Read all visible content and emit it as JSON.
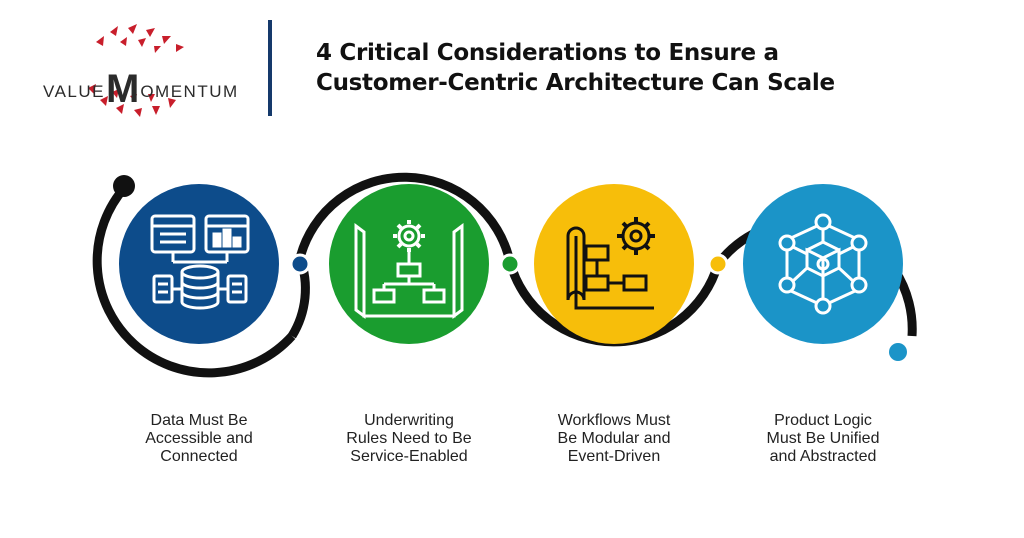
{
  "logo": {
    "prefix": "VALUE",
    "initial": "M",
    "suffix": "OMENTUM",
    "accent_color": "#c81e2b"
  },
  "header": {
    "title_line1": "4 Critical Considerations to Ensure a",
    "title_line2": "Customer-Centric Architecture Can Scale"
  },
  "steps": [
    {
      "icon": "data-integration-icon",
      "color": "#0d4c8b",
      "label_line1": "Data Must Be",
      "label_line2": "Accessible and",
      "label_line3": "Connected"
    },
    {
      "icon": "blueprint-gear-icon",
      "color": "#1a9d2f",
      "label_line1": "Underwriting",
      "label_line2": "Rules Need to Be",
      "label_line3": "Service-Enabled"
    },
    {
      "icon": "workflow-gear-icon",
      "color": "#f7be0a",
      "label_line1": "Workflows Must",
      "label_line2": "Be Modular and",
      "label_line3": "Event-Driven"
    },
    {
      "icon": "product-network-icon",
      "color": "#1b94c8",
      "label_line1": "Product Logic",
      "label_line2": "Must Be Unified",
      "label_line3": "and Abstracted"
    }
  ]
}
